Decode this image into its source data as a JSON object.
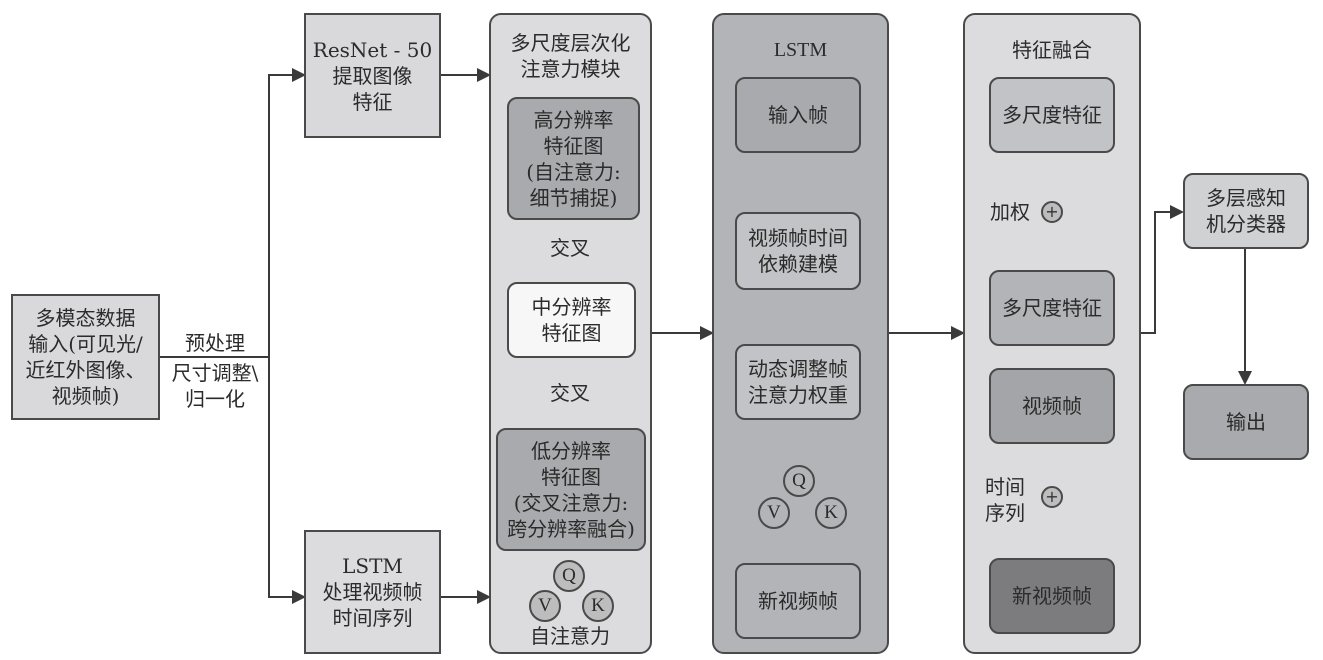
{
  "input_box": {
    "label": "多模态数据\n输入(可见光/\n近红外图像、\n视频帧)"
  },
  "preprocess": {
    "label_top": "预处理",
    "label_bottom": "尺寸调整\\\n归一化"
  },
  "resnet_box": {
    "label": "ResNet - 50\n提取图像\n特征"
  },
  "lstm_box": {
    "label": "LSTM\n处理视频帧\n时间序列"
  },
  "attention_panel": {
    "title": "多尺度层次化\n注意力模块",
    "high_res": "高分辨率\n特征图\n(自注意力:\n细节捕捉)",
    "cross_label_1": "交叉",
    "mid_res": "中分辨率\n特征图",
    "cross_label_2": "交叉",
    "low_res": "低分辨率\n特征图\n(交叉注意力:\n跨分辨率融合)",
    "qkv": {
      "q": "Q",
      "v": "V",
      "k": "K"
    },
    "self_attention_label": "自注意力"
  },
  "lstm_panel": {
    "title": "LSTM",
    "input_frame": "输入帧",
    "temporal_model": "视频帧时间\n依赖建模",
    "dynamic_weight": "动态调整帧\n注意力权重",
    "qkv": {
      "q": "Q",
      "v": "V",
      "k": "K"
    },
    "new_frame": "新视频帧"
  },
  "fusion_panel": {
    "title": "特征融合",
    "multi_scale_1": "多尺度特征",
    "weight_label": "加权",
    "plus_1": "+",
    "multi_scale_2": "多尺度特征",
    "video_frame": "视频帧",
    "time_series_label": "时间\n序列",
    "plus_2": "+",
    "new_video_frame": "新视频帧"
  },
  "mlp_box": {
    "label": "多层感知\n机分类器"
  },
  "output_box": {
    "label": "输出"
  },
  "colors": {
    "light_box": "#d9d9db",
    "panel_light": "#dcdcde",
    "panel_dark": "#b3b4b8",
    "mid_gray": "#a9aaad",
    "dark_gray": "#7c7c7f",
    "white_box": "#f7f7f7",
    "stroke": "#4a4a4a"
  }
}
